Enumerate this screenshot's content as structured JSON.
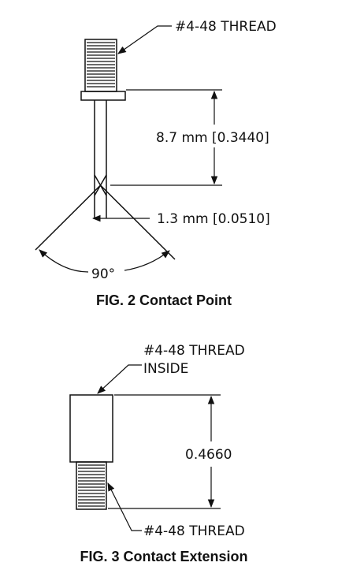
{
  "figures": [
    {
      "caption": "FIG. 2 Contact Point",
      "labels": {
        "thread": "#4-48 THREAD",
        "length": "8.7 mm [0.3440]",
        "diameter": "1.3 mm [0.0510]",
        "angle": "90°"
      }
    },
    {
      "caption": "FIG. 3 Contact Extension",
      "labels": {
        "thread_inside_line1": "#4-48 THREAD",
        "thread_inside_line2": "INSIDE",
        "length": "0.4660",
        "thread_bottom": "#4-48 THREAD"
      }
    }
  ]
}
